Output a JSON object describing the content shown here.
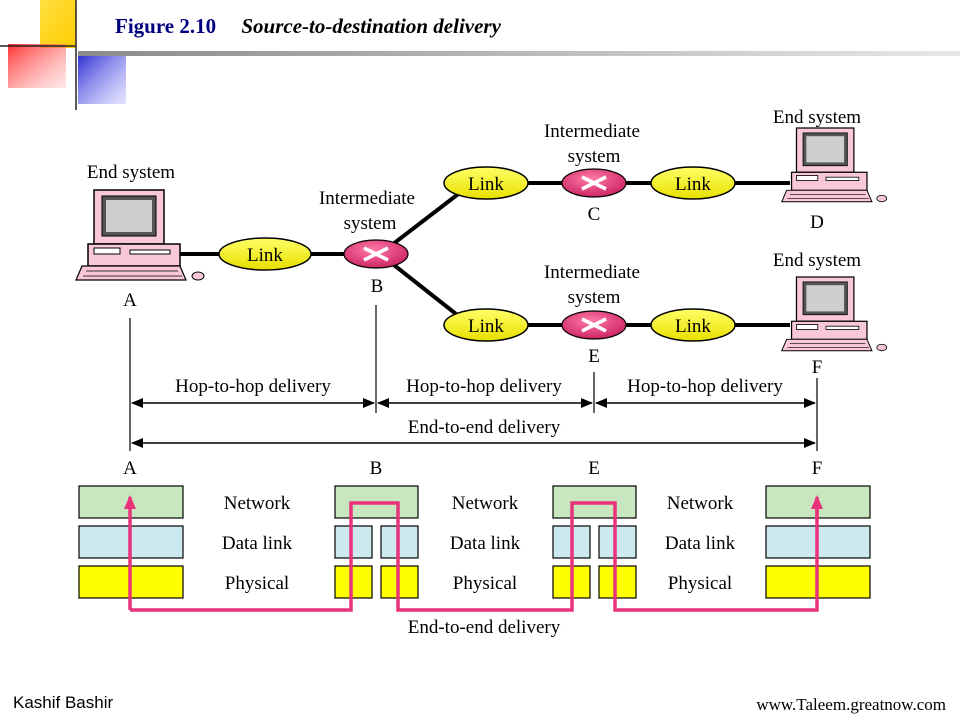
{
  "title": {
    "number": "Figure 2.10",
    "caption": "Source-to-destination delivery"
  },
  "nodes": {
    "A": {
      "role": "End system",
      "letter": "A"
    },
    "B": {
      "role_line1": "Intermediate",
      "role_line2": "system",
      "letter": "B"
    },
    "C": {
      "role_line1": "Intermediate",
      "role_line2": "system",
      "letter": "C"
    },
    "D": {
      "role": "End system",
      "letter": "D"
    },
    "E": {
      "role_line1": "Intermediate",
      "role_line2": "system",
      "letter": "E"
    },
    "F": {
      "role": "End system",
      "letter": "F"
    }
  },
  "link_label": "Link",
  "delivery": {
    "hop1": "Hop-to-hop delivery",
    "hop2": "Hop-to-hop delivery",
    "hop3": "Hop-to-hop delivery",
    "end_to_end": "End-to-end delivery",
    "end_to_end_bottom": "End-to-end delivery"
  },
  "stack": {
    "columns": [
      "A",
      "B",
      "E",
      "F"
    ],
    "layers": [
      "Network",
      "Data link",
      "Physical"
    ]
  },
  "colors": {
    "network": "#c8e6c0",
    "datalink": "#cde9f0",
    "physical": "#ffff00",
    "link_pill": "#ffff33",
    "router": "#e8337a",
    "path": "#e8337a",
    "title": "#000080"
  },
  "footer": {
    "left": "Kashif Bashir",
    "right": "www.Taleem.greatnow.com"
  }
}
